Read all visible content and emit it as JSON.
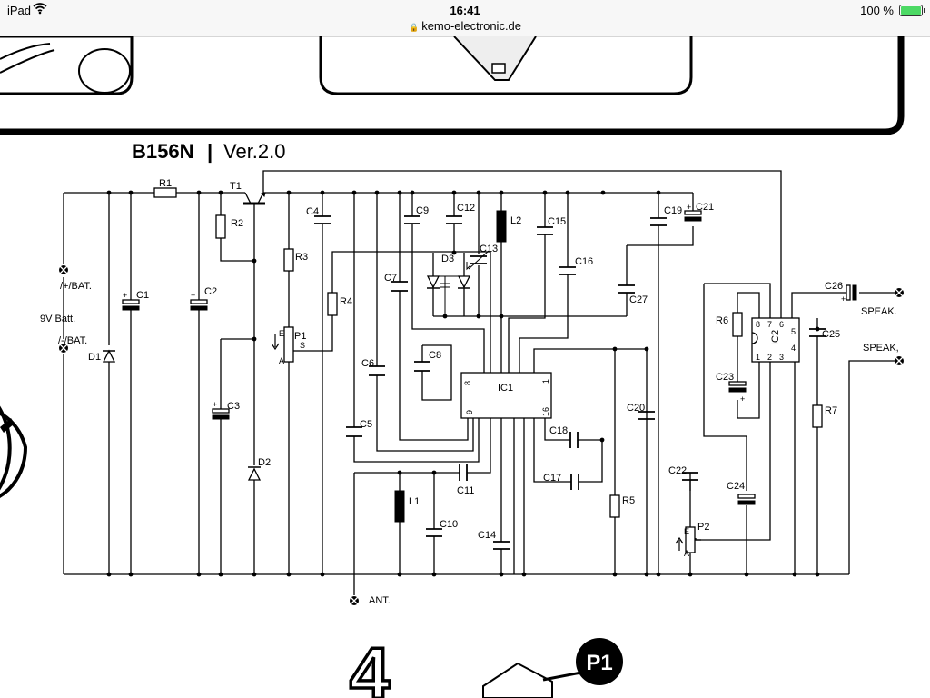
{
  "status_bar": {
    "device": "iPad",
    "wifi_icon": "wifi-icon",
    "time": "16:41",
    "url": "kemo-electronic.de",
    "battery_text": "100 %",
    "battery_level": 1.0,
    "battery_color": "#4cd964"
  },
  "heading": {
    "model": "B156N",
    "separator": "|",
    "version": "Ver.2.0"
  },
  "big_number": "4",
  "callout": "P1",
  "components": {
    "R1": "R1",
    "R2": "R2",
    "R3": "R3",
    "R4": "R4",
    "R5": "R5",
    "R6": "R6",
    "R7": "R7",
    "T1": "T1",
    "C1": "C1",
    "C2": "C2",
    "C3": "C3",
    "C4": "C4",
    "C5": "C5",
    "C6": "C6",
    "C7": "C7",
    "C8": "C8",
    "C9": "C9",
    "C10": "C10",
    "C11": "C11",
    "C12": "C12",
    "C13": "C13",
    "C14": "C14",
    "C15": "C15",
    "C16": "C16",
    "C17": "C17",
    "C18": "C18",
    "C19": "C19",
    "C20": "C20",
    "C21": "C21",
    "C22": "C22",
    "C23": "C23",
    "C24": "C24",
    "C25": "C25",
    "C26": "C26",
    "C27": "C27",
    "D1": "D1",
    "D2": "D2",
    "D3": "D3",
    "L1": "L1",
    "L2": "L2",
    "IC1": "IC1",
    "IC2": "IC2",
    "P1": "P1",
    "P2": "P2"
  },
  "connectors": {
    "plus_bat": "/+/BAT.",
    "minus_bat": "/-/BAT.",
    "batt": "9V Batt.",
    "antenna": "ANT.",
    "speaker_1": "SPEAK.",
    "speaker_2": "SPEAK,"
  },
  "pins": {
    "ic1_pin8": "8",
    "ic1_pin9": "9",
    "ic1_pin1": "1",
    "ic1_pin16": "16",
    "ic2_pin8": "8",
    "ic2_pin7": "7",
    "ic2_pin6": "6",
    "ic2_pin5": "5",
    "ic2_pin4": "4",
    "ic2_pin3": "3",
    "ic2_pin2": "2",
    "ic2_pin1": "1",
    "p1_s": "S",
    "p1_e": "E",
    "p1_a": "A",
    "p2_a": "A",
    "p2_s": "S",
    "p2_e": "E",
    "cap_plus": "+"
  }
}
